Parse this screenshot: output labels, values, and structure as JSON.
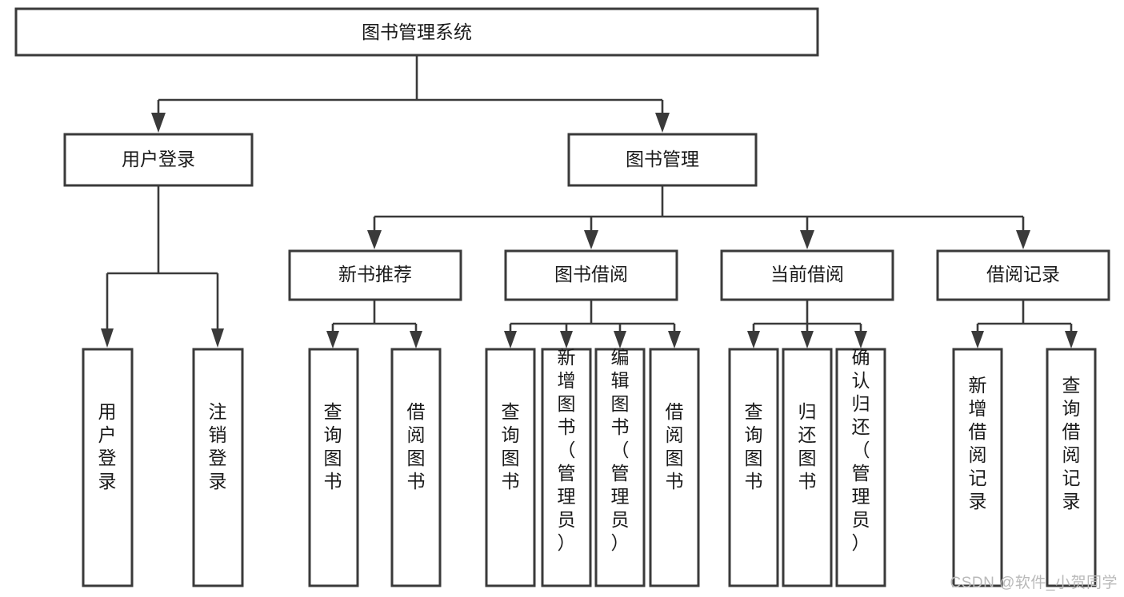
{
  "diagram": {
    "type": "tree-hierarchy",
    "title": "图书管理系统",
    "watermark": "CSDN @软件_小贺同学",
    "colors": {
      "box_stroke": "#3a3a3a",
      "box_fill": "#ffffff",
      "text": "#1a1a1a",
      "connector": "#3a3a3a",
      "watermark": "#b9b9b9",
      "background": "#ffffff"
    },
    "levels": {
      "root": {
        "label": "图书管理系统",
        "orientation": "horizontal"
      },
      "level2": [
        {
          "label": "用户登录",
          "orientation": "horizontal"
        },
        {
          "label": "图书管理",
          "orientation": "horizontal"
        }
      ],
      "level3": [
        {
          "label": "新书推荐",
          "orientation": "horizontal"
        },
        {
          "label": "图书借阅",
          "orientation": "horizontal"
        },
        {
          "label": "当前借阅",
          "orientation": "horizontal"
        },
        {
          "label": "借阅记录",
          "orientation": "horizontal"
        }
      ],
      "leaves": [
        {
          "label": "用户登录",
          "orientation": "vertical",
          "parent": "用户登录"
        },
        {
          "label": "注销登录",
          "orientation": "vertical",
          "parent": "用户登录"
        },
        {
          "label": "查询图书",
          "orientation": "vertical",
          "parent": "新书推荐"
        },
        {
          "label": "借阅图书",
          "orientation": "vertical",
          "parent": "新书推荐"
        },
        {
          "label": "查询图书",
          "orientation": "vertical",
          "parent": "图书借阅"
        },
        {
          "label": "新增图书（管理员）",
          "orientation": "vertical",
          "parent": "图书借阅"
        },
        {
          "label": "编辑图书（管理员）",
          "orientation": "vertical",
          "parent": "图书借阅"
        },
        {
          "label": "借阅图书",
          "orientation": "vertical",
          "parent": "图书借阅"
        },
        {
          "label": "查询图书",
          "orientation": "vertical",
          "parent": "当前借阅"
        },
        {
          "label": "归还图书",
          "orientation": "vertical",
          "parent": "当前借阅"
        },
        {
          "label": "确认归还（管理员）",
          "orientation": "vertical",
          "parent": "当前借阅"
        },
        {
          "label": "新增借阅记录",
          "orientation": "vertical",
          "parent": "借阅记录"
        },
        {
          "label": "查询借阅记录",
          "orientation": "vertical",
          "parent": "借阅记录"
        }
      ]
    }
  }
}
